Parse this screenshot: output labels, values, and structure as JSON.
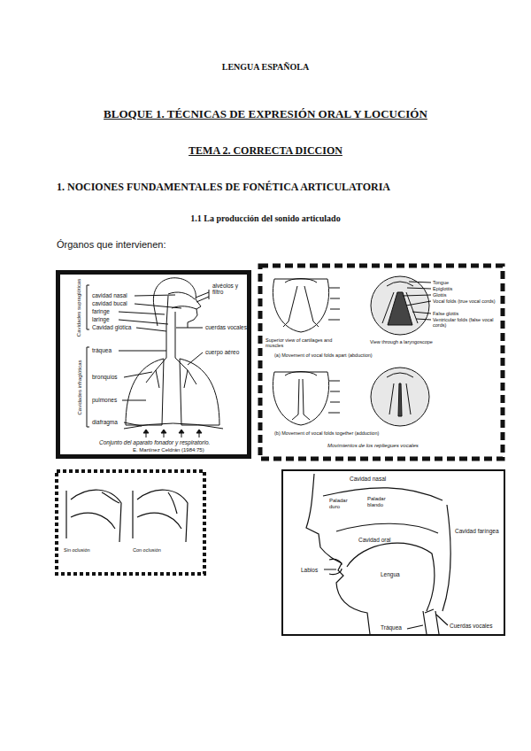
{
  "diagram": {
    "title": "LENGUA ESPAÑOLA",
    "labels": [
      "BLOQUE 1. TÉCNICAS DE EXPRESIÓN ORAL Y LOCUCIÓN",
      "TEMA 2. CORRECTA DICCION",
      "1. NOCIONES FUNDAMENTALES DE FONÉTICA ARTICULATORIA",
      "1.1 La producción del sonido articulado",
      "Órganos que intervienen:",
      "alvéolos y filtro",
      "Cavidades supraglóticas",
      "cavidad nasal",
      "cavidad bucal",
      "faringe",
      "laringe",
      "Cavidad glótica",
      "cuerdas vocales",
      "tráquea",
      "cuerpo aéreo",
      "Cavidades infraglóticas",
      "bronquios",
      "pulmones",
      "diafragma",
      "Conjunto del aparato fonador y respiratorio.",
      "E. Martínez Celdrán (1984:75)",
      "Tongue",
      "Epiglottis",
      "Glottis",
      "Vocal folds (true vocal cords)",
      "False glottis",
      "Ventricular folds (false vocal cords)",
      "Superior view of cartilages and muscles",
      "View through a laryngoscope",
      "(a) Movement of vocal folds apart (abduction)",
      "(b) Movement of vocal folds together (adduction)",
      "Movimientos de los repliegues vocales",
      "Sin oclusión",
      "Con oclusión",
      "Cavidad nasal",
      "Paladar duro",
      "Paladar blando",
      "Cavidad oral",
      "Cavidad faríngea",
      "Labios",
      "Lengua",
      "Tráquea",
      "Cuerdas vocales"
    ]
  }
}
